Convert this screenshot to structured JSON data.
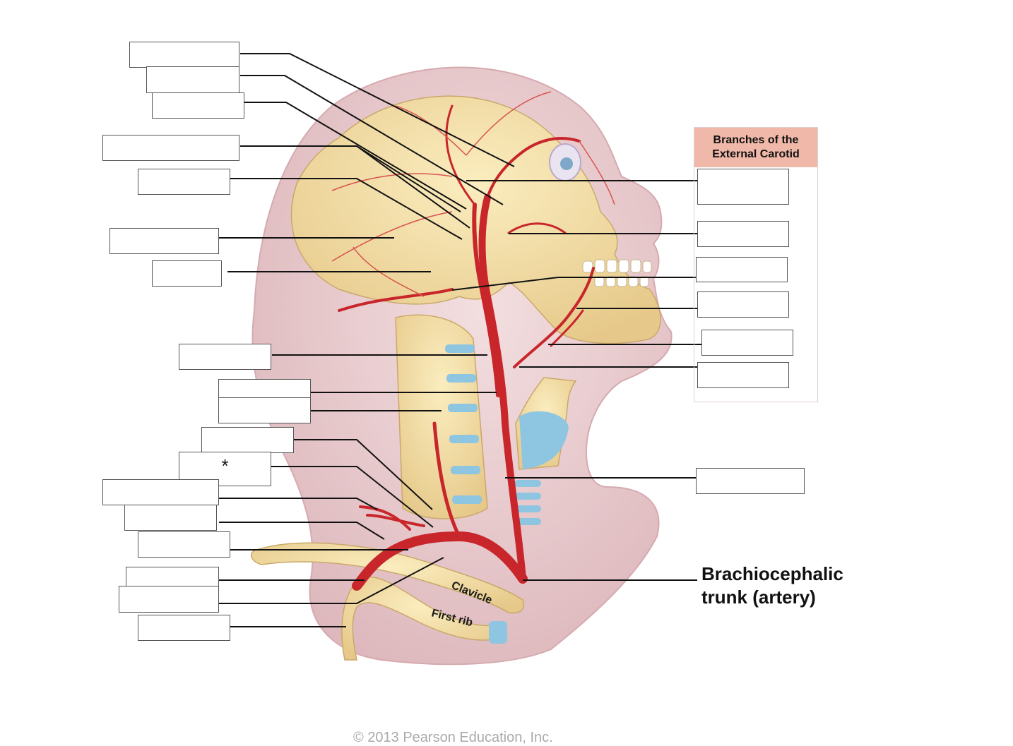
{
  "panel": {
    "title_line1": "Branches of the",
    "title_line2": "External Carotid"
  },
  "labels": {
    "brachiocephalic_line1": "Brachiocephalic",
    "brachiocephalic_line2": "trunk (artery)",
    "clavicle": "Clavicle",
    "first_rib": "First rib",
    "asterisk": "*",
    "copyright": "© 2013 Pearson Education, Inc."
  },
  "colors": {
    "artery": "#c8262b",
    "bone": "#f0dca0",
    "skin": "#e9cfd2",
    "cartilage": "#8ec5e0",
    "header_fill": "#f0b8a8"
  }
}
